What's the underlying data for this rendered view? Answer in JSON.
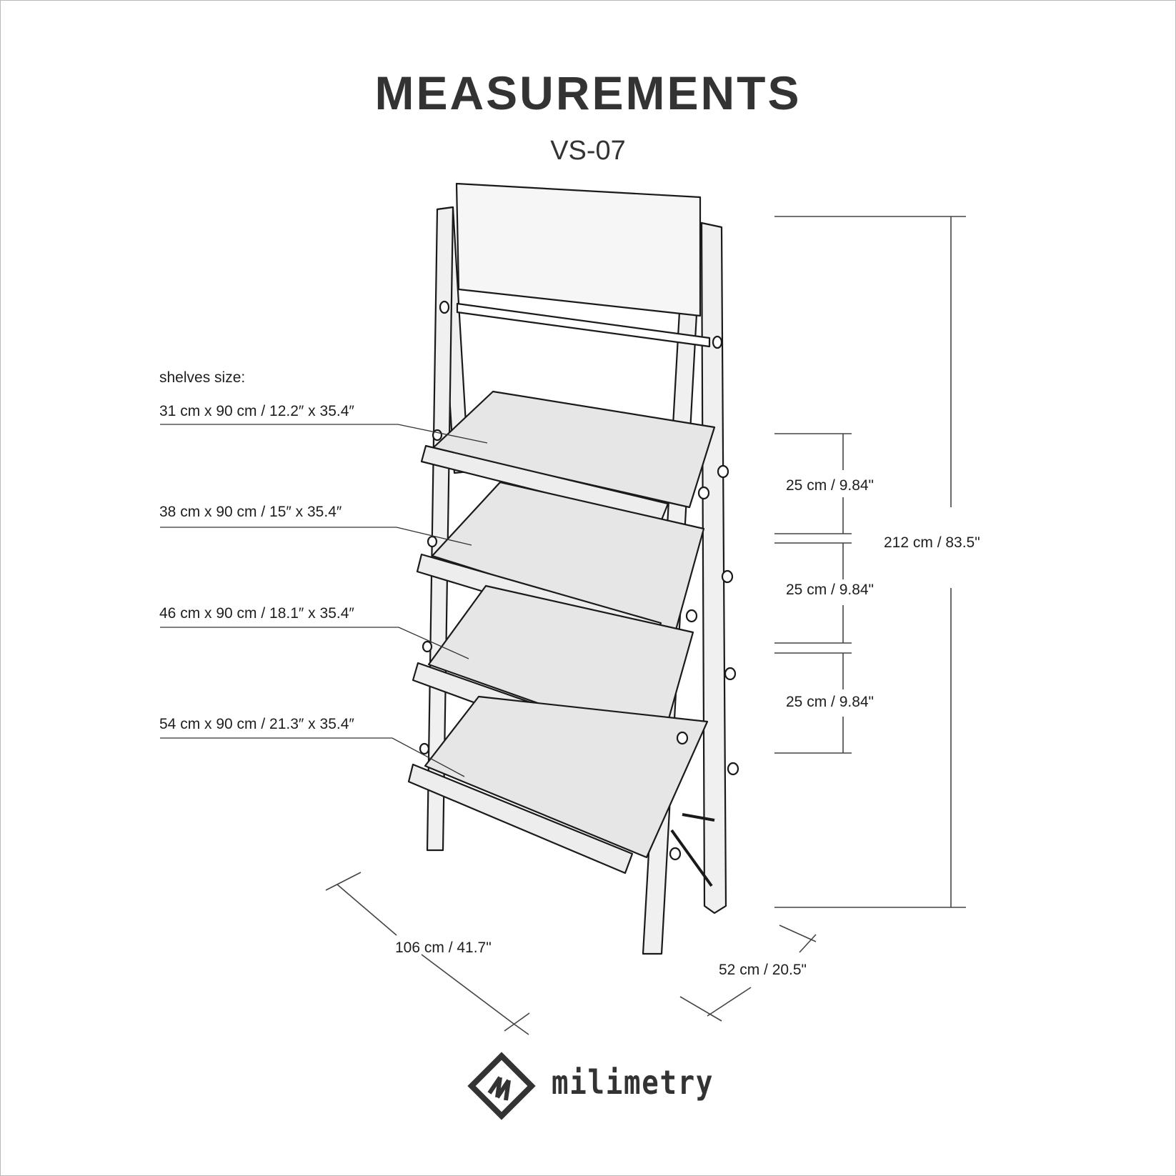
{
  "header": {
    "title": "MEASUREMENTS",
    "model": "VS-07"
  },
  "shelves": {
    "heading": "shelves size:",
    "items": [
      {
        "label": "31 cm x 90 cm / 12.2″ x 35.4″"
      },
      {
        "label": "38 cm x 90 cm / 15″ x 35.4″"
      },
      {
        "label": "46 cm x 90 cm / 18.1″ x 35.4″"
      },
      {
        "label": "54 cm x 90 cm / 21.3″ x 35.4″"
      }
    ]
  },
  "dimensions": {
    "shelf_spacing": [
      {
        "label": "25 cm / 9.84\""
      },
      {
        "label": "25 cm / 9.84\""
      },
      {
        "label": "25 cm / 9.84\""
      }
    ],
    "total_height": "212 cm / 83.5\"",
    "width": "106 cm / 41.7\"",
    "depth": "52 cm / 20.5\""
  },
  "brand": {
    "logo_icon": "diamond-m-logo-icon",
    "name": "milimetry"
  },
  "colors": {
    "text": "#333333",
    "line": "#1a1a1a",
    "panel_fill": "#f3f3f3",
    "shelf_fill": "#e6e6e6",
    "border": "#b9b9b9"
  }
}
